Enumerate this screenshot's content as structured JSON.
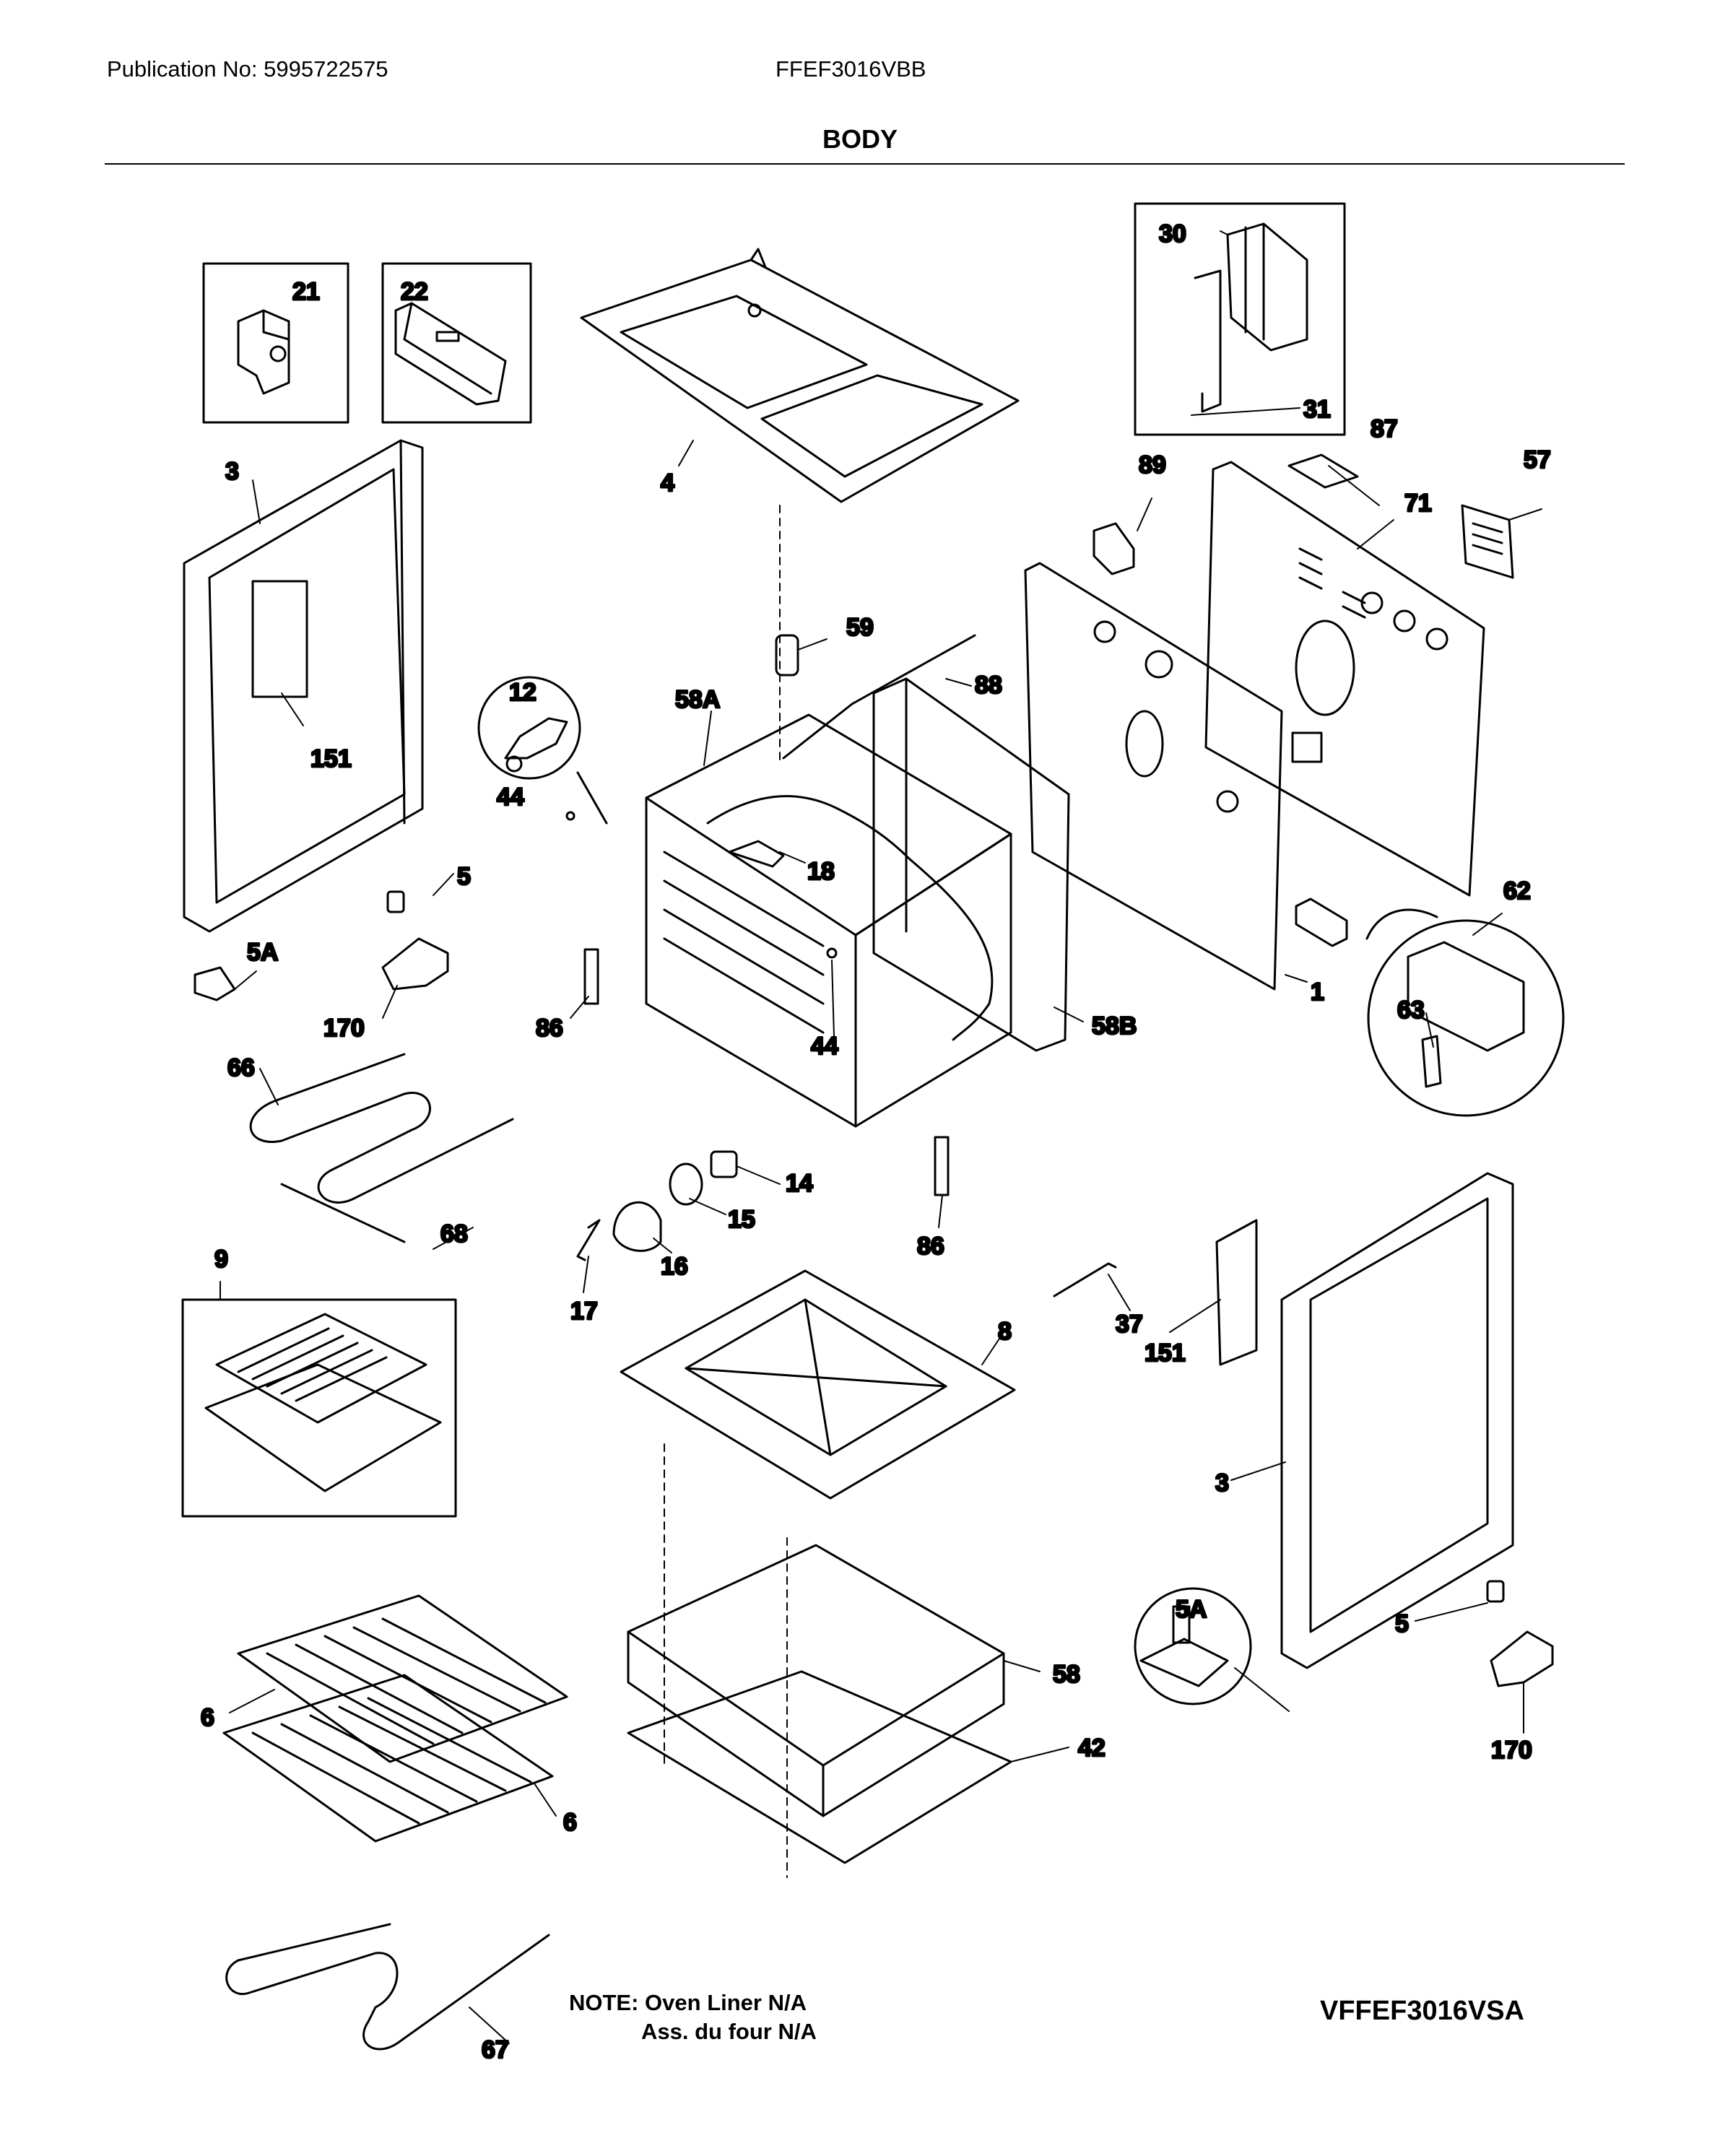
{
  "header": {
    "publication": "Publication No: 5995722575",
    "model": "FFEF3016VBB",
    "section_title": "BODY"
  },
  "callouts": [
    {
      "id": "c21",
      "text": "21"
    },
    {
      "id": "c22",
      "text": "22"
    },
    {
      "id": "c4",
      "text": "4"
    },
    {
      "id": "c30",
      "text": "30"
    },
    {
      "id": "c31",
      "text": "31"
    },
    {
      "id": "c87",
      "text": "87"
    },
    {
      "id": "c57",
      "text": "57"
    },
    {
      "id": "c89",
      "text": "89"
    },
    {
      "id": "c71",
      "text": "71"
    },
    {
      "id": "c3a",
      "text": "3"
    },
    {
      "id": "c151a",
      "text": "151"
    },
    {
      "id": "c59",
      "text": "59"
    },
    {
      "id": "c88",
      "text": "88"
    },
    {
      "id": "c12",
      "text": "12"
    },
    {
      "id": "c58A",
      "text": "58A"
    },
    {
      "id": "c44a",
      "text": "44"
    },
    {
      "id": "c18",
      "text": "18"
    },
    {
      "id": "c5a",
      "text": "5"
    },
    {
      "id": "c5Aa",
      "text": "5A"
    },
    {
      "id": "c170a",
      "text": "170"
    },
    {
      "id": "c86a",
      "text": "86"
    },
    {
      "id": "c44b",
      "text": "44"
    },
    {
      "id": "c58B",
      "text": "58B"
    },
    {
      "id": "c1",
      "text": "1"
    },
    {
      "id": "c62",
      "text": "62"
    },
    {
      "id": "c63",
      "text": "63"
    },
    {
      "id": "c66",
      "text": "66"
    },
    {
      "id": "c68",
      "text": "68"
    },
    {
      "id": "c14",
      "text": "14"
    },
    {
      "id": "c15",
      "text": "15"
    },
    {
      "id": "c16",
      "text": "16"
    },
    {
      "id": "c17",
      "text": "17"
    },
    {
      "id": "c86b",
      "text": "86"
    },
    {
      "id": "c9",
      "text": "9"
    },
    {
      "id": "c8",
      "text": "8"
    },
    {
      "id": "c37",
      "text": "37"
    },
    {
      "id": "c151b",
      "text": "151"
    },
    {
      "id": "c3b",
      "text": "3"
    },
    {
      "id": "c5Ab",
      "text": "5A"
    },
    {
      "id": "c5b",
      "text": "5"
    },
    {
      "id": "c170b",
      "text": "170"
    },
    {
      "id": "c58",
      "text": "58"
    },
    {
      "id": "c42",
      "text": "42"
    },
    {
      "id": "c6a",
      "text": "6"
    },
    {
      "id": "c6b",
      "text": "6"
    },
    {
      "id": "c67",
      "text": "67"
    }
  ],
  "notes": {
    "line1": "NOTE: Oven Liner N/A",
    "line2": "Ass. du four N/A"
  },
  "document_id": "VFFEF3016VSA"
}
